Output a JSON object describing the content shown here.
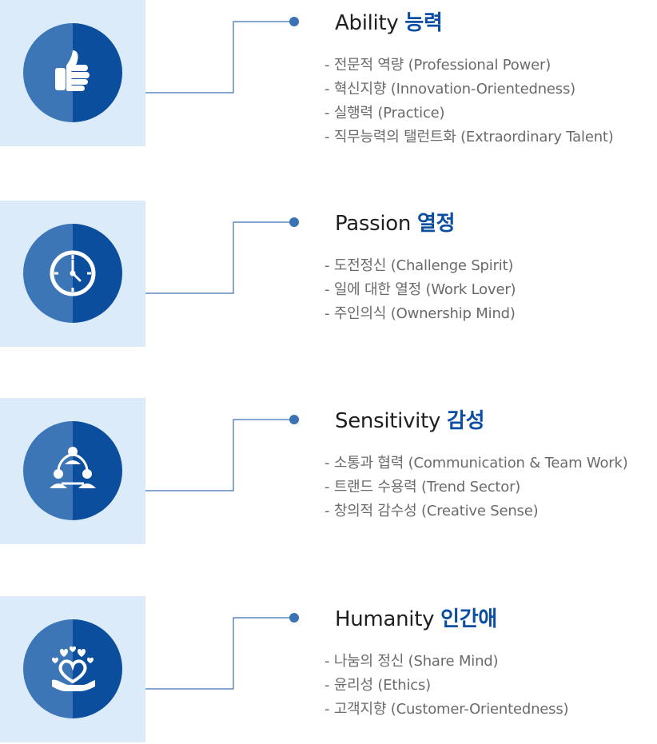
{
  "sections": [
    {
      "title_en": "Ability",
      "title_ko": "능력",
      "icon": "thumbs-up-icon",
      "items": [
        "- 전문적 역량 (Professional Power)",
        "- 혁신지향 (Innovation-Orientedness)",
        "- 실행력 (Practice)",
        "- 직무능력의 탤런트화 (Extraordinary Talent)"
      ]
    },
    {
      "title_en": "Passion",
      "title_ko": "열정",
      "icon": "clock-icon",
      "items": [
        "- 도전정신 (Challenge Spirit)",
        "- 일에 대한 열정 (Work Lover)",
        "- 주인의식 (Ownership Mind)"
      ]
    },
    {
      "title_en": "Sensitivity",
      "title_ko": "감성",
      "icon": "team-network-icon",
      "items": [
        "- 소통과 협력 (Communication & Team Work)",
        "- 트랜드 수용력 (Trend Sector)",
        "- 창의적 감수성 (Creative Sense)"
      ]
    },
    {
      "title_en": "Humanity",
      "title_ko": "인간애",
      "icon": "hearts-hand-icon",
      "items": [
        "- 나눔의 정신 (Share Mind)",
        "- 윤리성 (Ethics)",
        "- 고객지향 (Customer-Orientedness)"
      ]
    }
  ],
  "colors": {
    "tile_bg": "#dcebfa",
    "circle_light": "#3c76b6",
    "circle_dark": "#0b4e9e",
    "accent_text": "#0b4ea2",
    "connector": "#3a72b4"
  }
}
